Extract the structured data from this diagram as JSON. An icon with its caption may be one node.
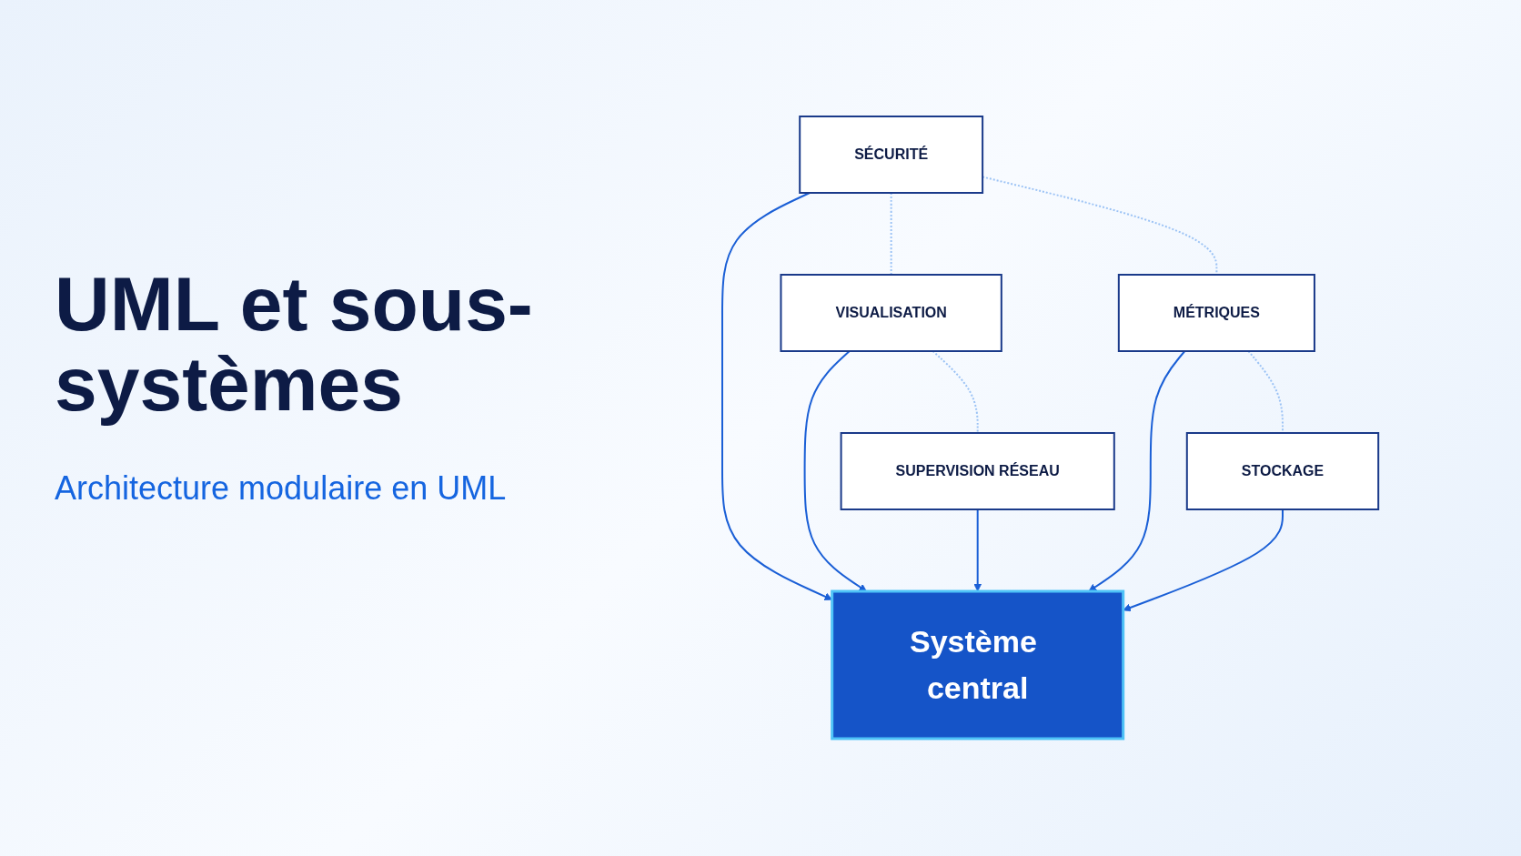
{
  "diagram": {
    "title": "UML et sous-systèmes",
    "nodes": [
      {
        "text": [
          "SÉCURITÉ"
        ]
      },
      {
        "text": [
          "VISUALISATION"
        ]
      },
      {
        "text": [
          "Système central"
        ]
      },
      {
        "text": [
          "MÉTRIQUES"
        ]
      },
      {
        "text": [
          "SUPERVISION RÉSEAU"
        ]
      },
      {
        "text": [
          "STOCKAGE"
        ]
      }
    ],
    "edges": [
      {
        "from": 0,
        "to": 2,
        "arrow": "to"
      },
      {
        "from": 1,
        "to": 2,
        "arrow": "to"
      },
      {
        "from": 3,
        "to": 2,
        "arrow": "to"
      },
      {
        "from": 4,
        "to": 2,
        "arrow": "to"
      },
      {
        "from": 5,
        "to": 2,
        "arrow": "to"
      },
      {
        "from": 0,
        "to": 1,
        "arrow": "none",
        "style": "dashed",
        "color": "#9cc3f5"
      },
      {
        "from": 1,
        "to": 4,
        "arrow": "none",
        "style": "dashed",
        "color": "#9cc3f5"
      },
      {
        "from": 0,
        "to": 3,
        "arrow": "none",
        "style": "dashed",
        "color": "#9cc3f5"
      },
      {
        "from": 3,
        "to": 5,
        "arrow": "none",
        "style": "dashed",
        "color": "#9cc3f5"
      }
    ],
    "labels": [
      "Architecture modulaire en UML"
    ]
  }
}
